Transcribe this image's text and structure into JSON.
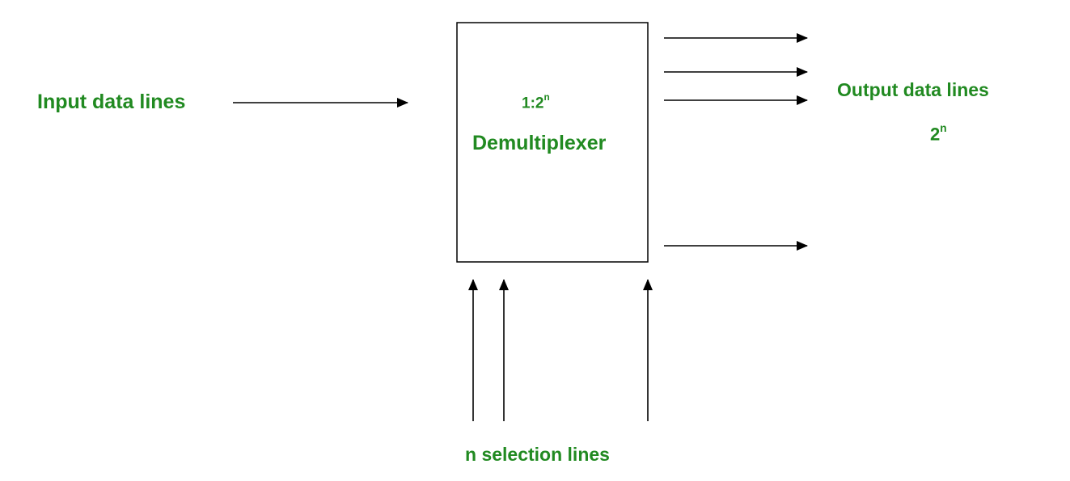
{
  "diagram": {
    "input_label": "Input data lines",
    "ratio_base": "1:2",
    "ratio_exp": "n",
    "block_label": "Demultiplexer",
    "output_label": "Output data lines",
    "output_count_base": "2",
    "output_count_exp": "n",
    "selection_label": "n selection lines",
    "colors": {
      "label": "#218a21",
      "stroke": "#000000",
      "background": "#ffffff"
    }
  }
}
